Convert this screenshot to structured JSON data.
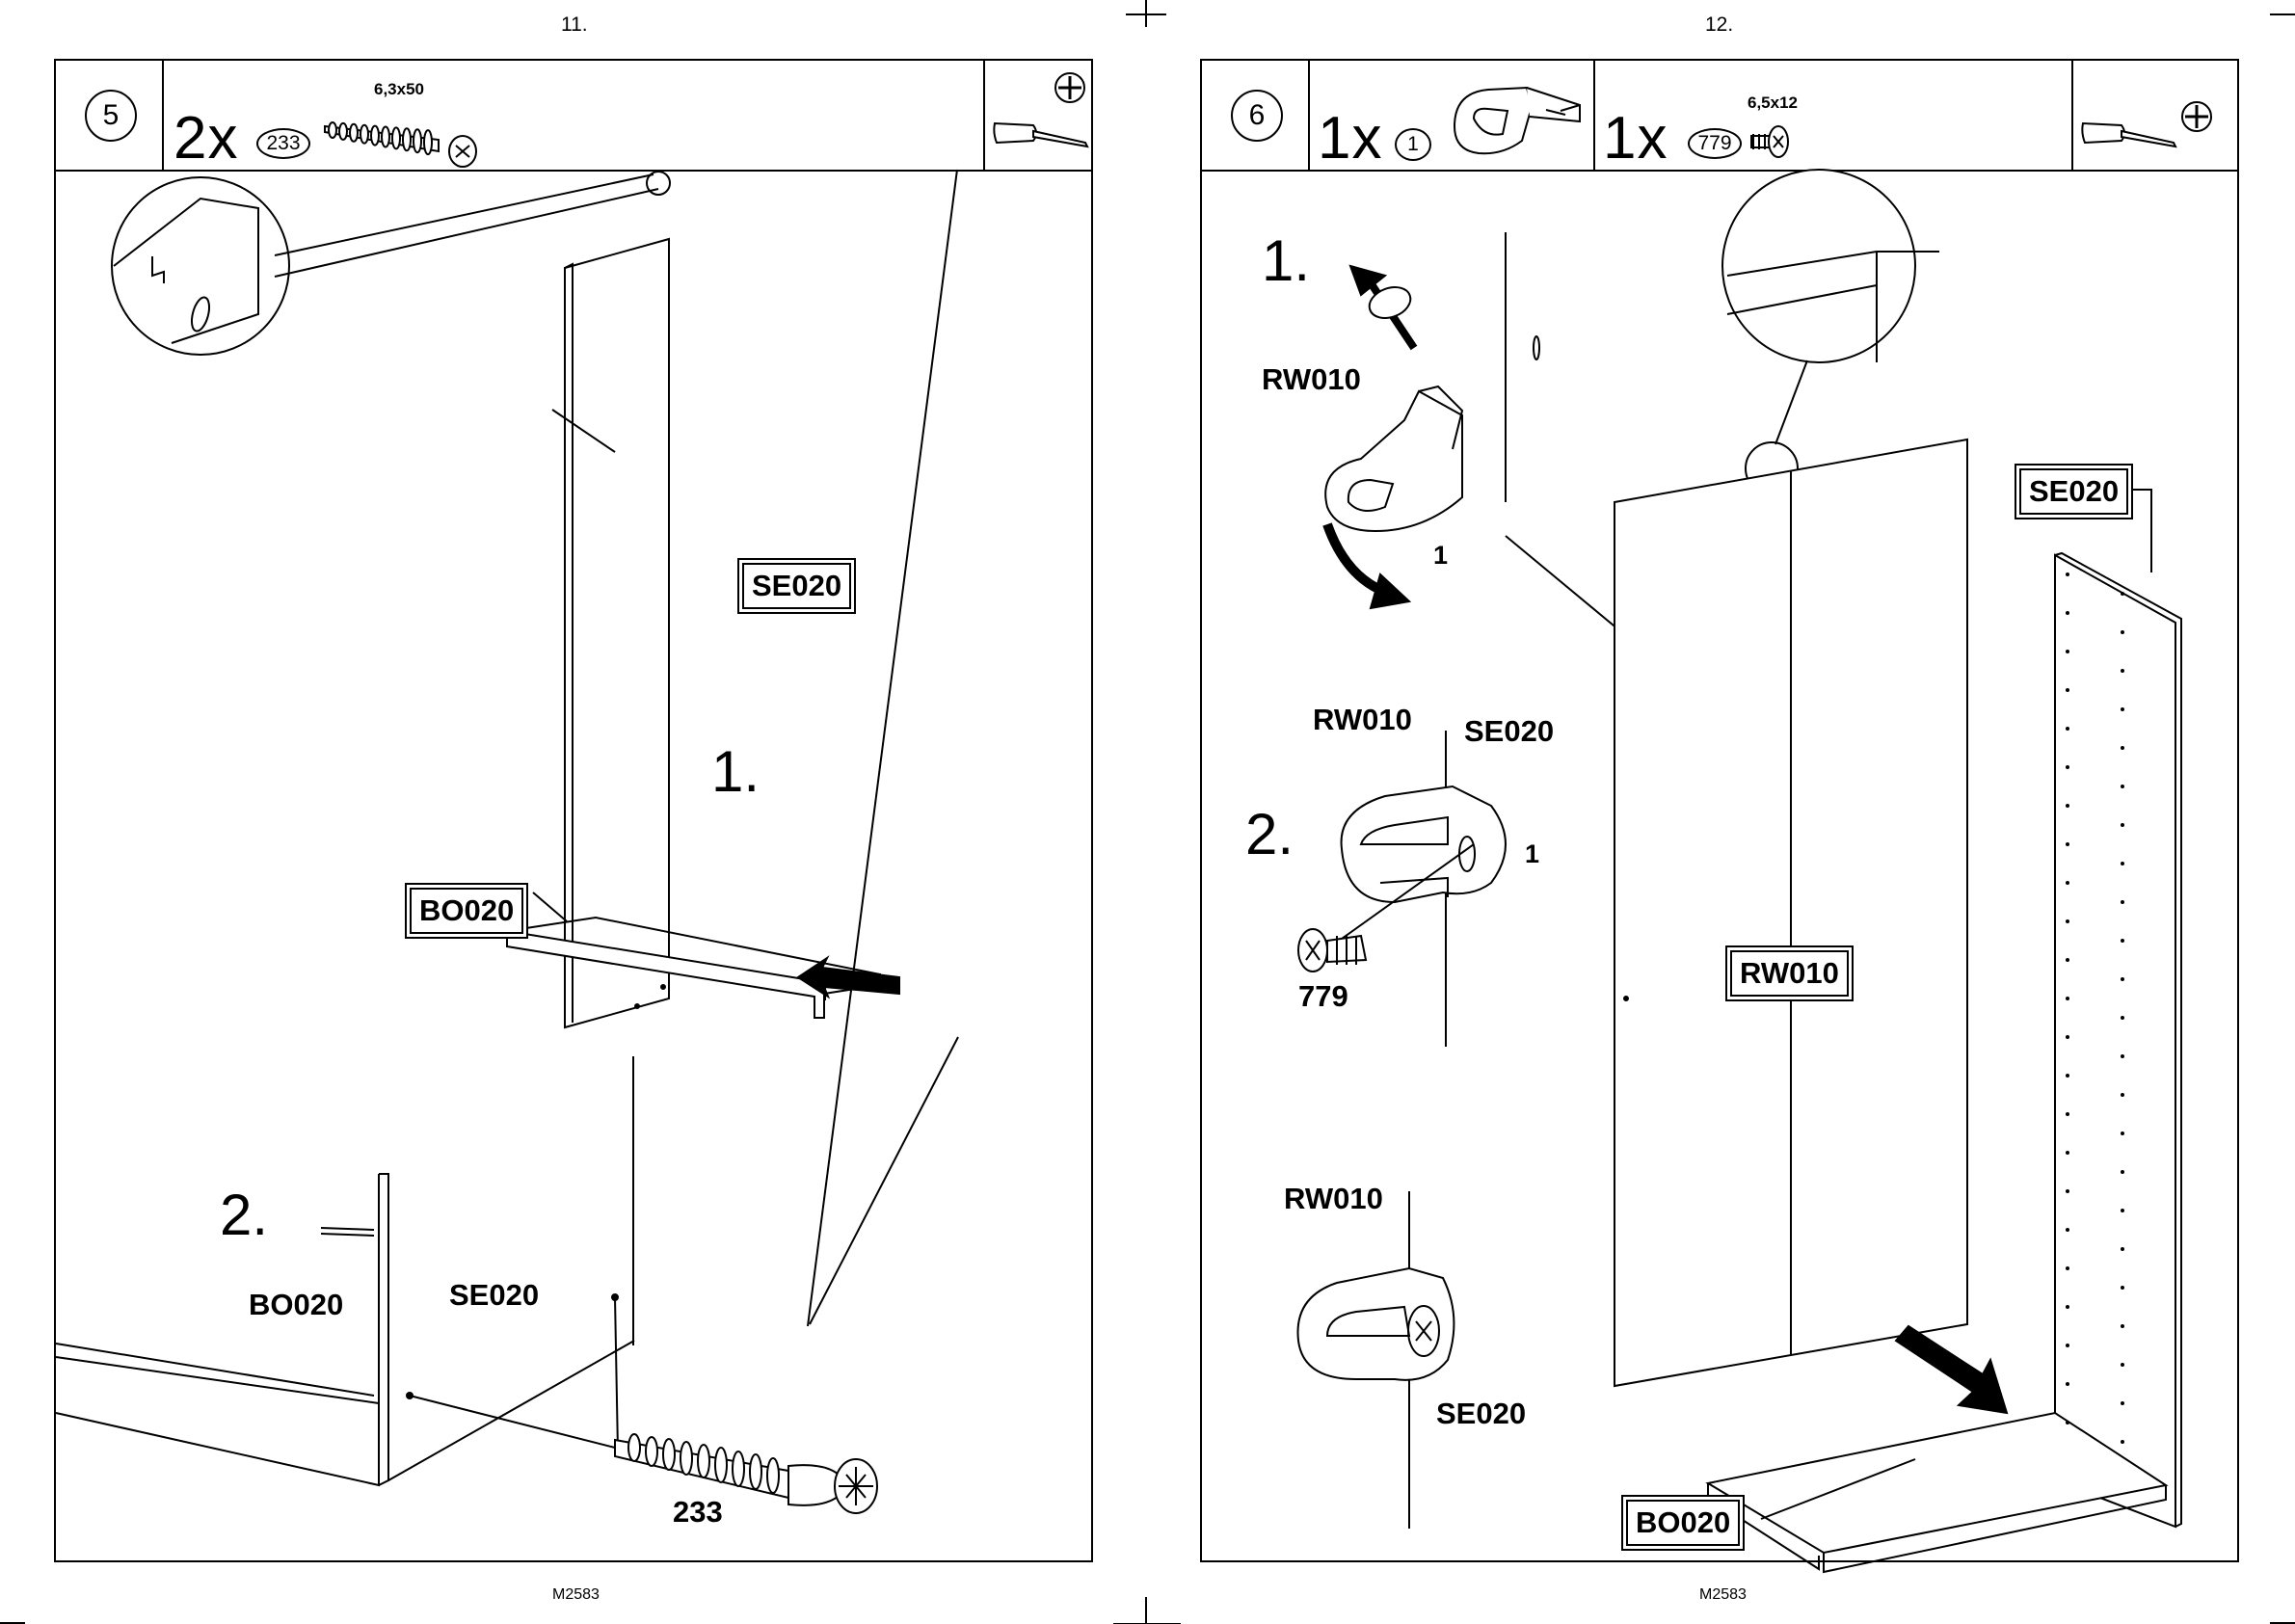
{
  "left_page": {
    "page_number": "11.",
    "footer_code": "M2583",
    "step_number": "5",
    "parts": {
      "quantity": "2x",
      "part_id": "233",
      "dimension": "6,3x50"
    },
    "tool_icons": [
      "screwdriver-icon",
      "phillips-head-icon"
    ],
    "labels": {
      "se020_box": "SE020",
      "bo020_box": "BO020",
      "substep_1": "1.",
      "substep_2": "2.",
      "bo020_text": "BO020",
      "se020_text": "SE020",
      "screw_number": "233"
    }
  },
  "right_page": {
    "page_number": "12.",
    "footer_code": "M2583",
    "step_number": "6",
    "parts": [
      {
        "quantity": "1x",
        "part_id": "1",
        "dimension": ""
      },
      {
        "quantity": "1x",
        "part_id": "779",
        "dimension": "6,5x12"
      }
    ],
    "tool_icons": [
      "screwdriver-icon",
      "phillips-head-icon"
    ],
    "labels": {
      "substep_1": "1.",
      "substep_2": "2.",
      "rw010_a": "RW010",
      "part_1_a": "1",
      "rw010_b": "RW010",
      "se020_b": "SE020",
      "part_1_b": "1",
      "screw_779": "779",
      "rw010_c": "RW010",
      "se020_c": "SE020",
      "se020_box": "SE020",
      "rw010_box": "RW010",
      "bo020_box": "BO020"
    }
  }
}
